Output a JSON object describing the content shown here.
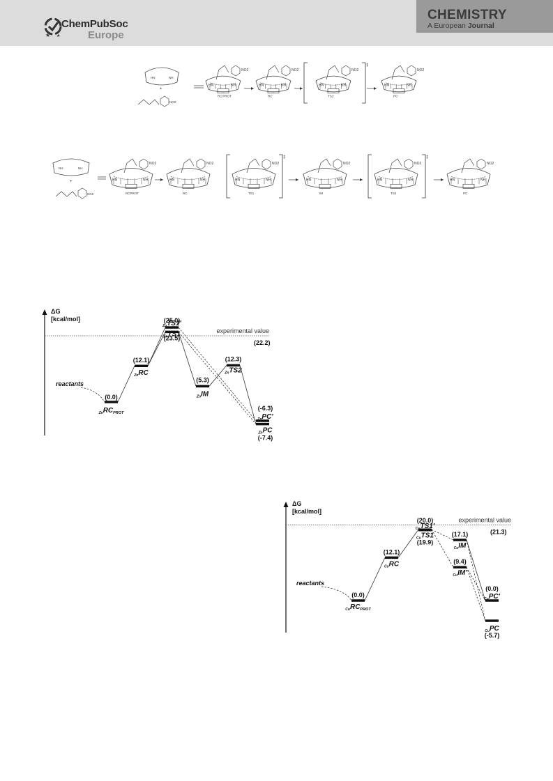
{
  "header": {
    "brand_name": "ChemPubSoc",
    "brand_sub": "Europe",
    "journal_title": "CHEMISTRY",
    "journal_sub_prefix": "A European",
    "journal_sub_emph": "Journal"
  },
  "scheme1": {
    "labels": [
      "RC'PROT",
      "RC'",
      "TS1'",
      "PC'"
    ],
    "group_labels": [
      "NO2",
      "NO2",
      "NO2",
      "NO2",
      "NO2"
    ]
  },
  "scheme2": {
    "labels": [
      "RCPROT",
      "RC",
      "TS1",
      "IM",
      "TS2",
      "PC"
    ],
    "group_labels": [
      "NO2",
      "NO2",
      "NO2",
      "NO2",
      "NO2",
      "NO2"
    ]
  },
  "diagram1": {
    "axis_label_1": "ΔG",
    "axis_label_2": "[kcal/mol]",
    "experimental_label": "experimental value",
    "experimental_value": "(22.2)",
    "reactants_label": "reactants",
    "states": [
      {
        "name": "RC",
        "sub_pre": "Zn",
        "sub_post": "PROT",
        "value_text": "(0.0)",
        "energy": 0.0
      },
      {
        "name": "RC",
        "sub_pre": "Zn",
        "sub_post": "",
        "value_text": "(12.1)",
        "energy": 12.1
      },
      {
        "name": "TS1'",
        "sub_pre": "Zn",
        "sub_post": "",
        "value_text": "(25.0)",
        "energy": 25.0
      },
      {
        "name": "TS1",
        "sub_pre": "Zn",
        "sub_post": "",
        "value_text": "(23.5)",
        "energy": 23.5
      },
      {
        "name": "IM",
        "sub_pre": "Zn",
        "sub_post": "",
        "value_text": "(5.3)",
        "energy": 5.3
      },
      {
        "name": "TS2",
        "sub_pre": "Zn",
        "sub_post": "",
        "value_text": "(12.3)",
        "energy": 12.3
      },
      {
        "name": "PC'",
        "sub_pre": "Zn",
        "sub_post": "",
        "value_text": "(-6.3)",
        "energy": -6.3
      },
      {
        "name": "PC",
        "sub_pre": "Zn",
        "sub_post": "",
        "value_text": "(-7.4)",
        "energy": -7.4
      }
    ]
  },
  "diagram2": {
    "axis_label_1": "ΔG",
    "axis_label_2": "[kcal/mol]",
    "experimental_label": "experimental value",
    "experimental_value": "(21.3)",
    "reactants_label": "reactants",
    "states": [
      {
        "name": "RC",
        "sub_pre": "Cu",
        "sub_post": "PROT",
        "value_text": "(0.0)",
        "energy": 0.0
      },
      {
        "name": "RC",
        "sub_pre": "Cu",
        "sub_post": "",
        "value_text": "(12.1)",
        "energy": 12.1
      },
      {
        "name": "TS1'",
        "sub_pre": "Cu",
        "sub_post": "",
        "value_text": "(20.0)",
        "energy": 20.0
      },
      {
        "name": "TS1",
        "sub_pre": "Cu",
        "sub_post": "",
        "value_text": "(19.9)",
        "energy": 19.9
      },
      {
        "name": "IM",
        "sub_pre": "Cu",
        "sub_post": "",
        "value_text": "(17.1)",
        "energy": 17.1
      },
      {
        "name": "IM'",
        "sub_pre": "Cu",
        "sub_post": "",
        "value_text": "(9.4)",
        "energy": 9.4
      },
      {
        "name": "PC'",
        "sub_pre": "Cu",
        "sub_post": "",
        "value_text": "(0.0)",
        "energy": 0.0
      },
      {
        "name": "PC",
        "sub_pre": "Cu",
        "sub_post": "",
        "value_text": "(-5.7)",
        "energy": -5.7
      }
    ]
  }
}
